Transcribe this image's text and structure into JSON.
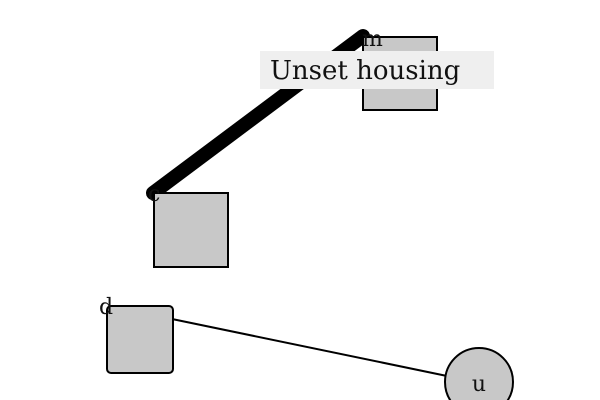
{
  "diagram": {
    "colors": {
      "background": "#ffffff",
      "node_fill": "#c8c8c8",
      "node_stroke": "#000000",
      "edge": "#000000",
      "tooltip_fill": "#efefef"
    },
    "nodes": {
      "m": {
        "label": "m",
        "shape": "square"
      },
      "c": {
        "label": "c",
        "shape": "square"
      },
      "d": {
        "label": "d",
        "shape": "rounded-square"
      },
      "u": {
        "label": "u",
        "shape": "circle"
      }
    },
    "edges": [
      {
        "from": "c",
        "to": "m",
        "weight": "thick"
      },
      {
        "from": "d",
        "to": "u",
        "weight": "thin"
      }
    ],
    "tooltip": {
      "text": "Unset housing"
    }
  }
}
